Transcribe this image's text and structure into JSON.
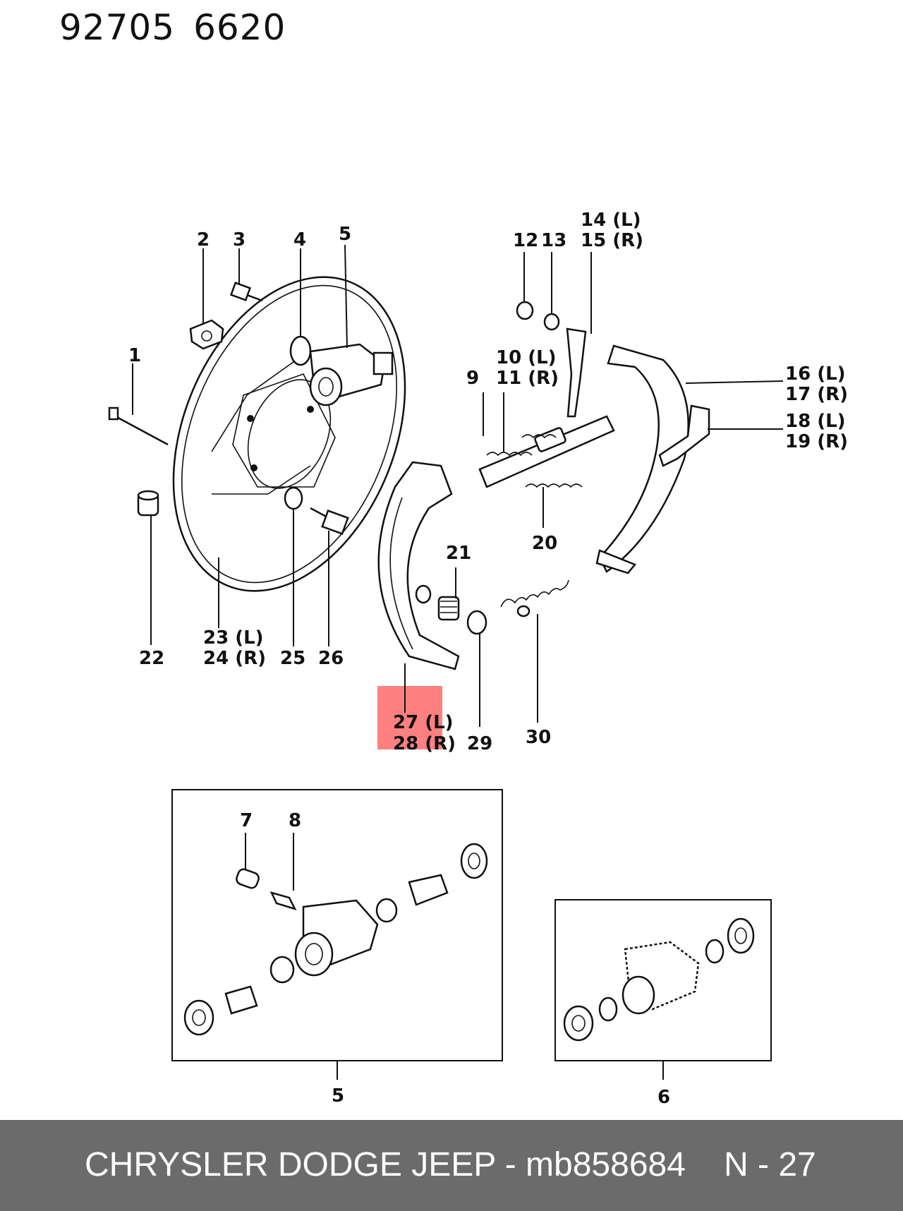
{
  "header": {
    "code_a": "92705",
    "code_b": "6620"
  },
  "labels": {
    "l1": "1",
    "l2": "2",
    "l3": "3",
    "l4": "4",
    "l5": "5",
    "l9": "9",
    "l10": "10 (L)",
    "l11": "11 (R)",
    "l12": "12",
    "l13": "13",
    "l14": "14 (L)",
    "l15": "15 (R)",
    "l16": "16 (L)",
    "l17": "17 (R)",
    "l18": "18 (L)",
    "l19": "19 (R)",
    "l20": "20",
    "l21": "21",
    "l22": "22",
    "l23": "23 (L)",
    "l24": "24 (R)",
    "l25": "25",
    "l26": "26",
    "l27": "27 (L)",
    "l28": "28 (R)",
    "l29": "29",
    "l30": "30",
    "l7": "7",
    "l8": "8",
    "box5": "5",
    "box6": "6"
  },
  "highlight_color": "#ff8080",
  "footer": {
    "title": "CHRYSLER DODGE JEEP - mb858684",
    "page": "N - 27"
  }
}
